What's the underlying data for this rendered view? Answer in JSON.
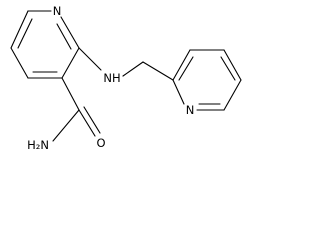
{
  "molecule": {
    "atom_labels": {
      "ring_nitrogen_top": "N",
      "amine_nh": "NH",
      "pyridyl_nitrogen": "N",
      "amide_oxygen": "O",
      "amide_nh2": "H₂N"
    }
  }
}
